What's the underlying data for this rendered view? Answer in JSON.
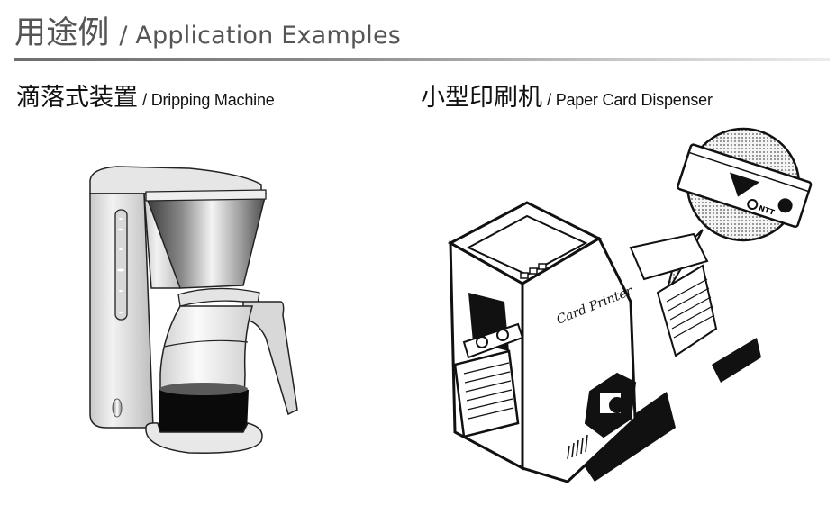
{
  "page": {
    "title_cn": "用途例",
    "title_en": "/ Application Examples"
  },
  "examples": [
    {
      "title_cn": "滴落式装置",
      "title_en": "/ Dripping Machine",
      "illustration": "coffee-maker"
    },
    {
      "title_cn": "小型印刷机",
      "title_en": "/ Paper Card Dispenser",
      "illustration": "card-printer",
      "printer_label": "Card Printer",
      "card_logo_text": "NTT"
    }
  ]
}
